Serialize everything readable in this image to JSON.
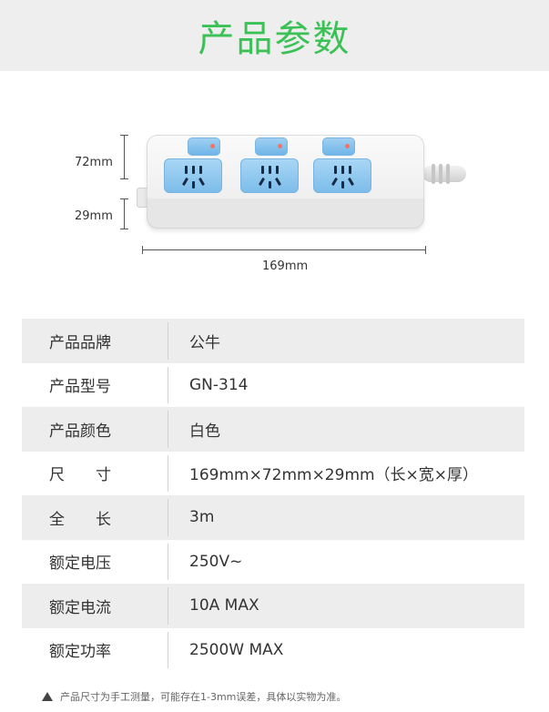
{
  "header": {
    "title": "产品参数"
  },
  "product": {
    "dim_height": "72mm",
    "dim_thickness": "29mm",
    "dim_length": "169mm"
  },
  "specs": [
    {
      "label": "产品品牌",
      "value": "公牛"
    },
    {
      "label": "产品型号",
      "value": "GN-314"
    },
    {
      "label": "产品颜色",
      "value": "白色"
    },
    {
      "label": "尺　　寸",
      "value": "169mm×72mm×29mm（长×宽×厚）"
    },
    {
      "label": "全　　长",
      "value": "3m"
    },
    {
      "label": "额定电压",
      "value": "250V~"
    },
    {
      "label": "额定电流",
      "value": "10A MAX"
    },
    {
      "label": "额定功率",
      "value": "2500W MAX"
    }
  ],
  "note": {
    "text": "产品尺寸为手工测量，可能存在1-3mm误差，具体以实物为准。"
  },
  "colors": {
    "title": "#3cc157",
    "socket": "#7cbdea",
    "row_shade": "#ededed"
  }
}
